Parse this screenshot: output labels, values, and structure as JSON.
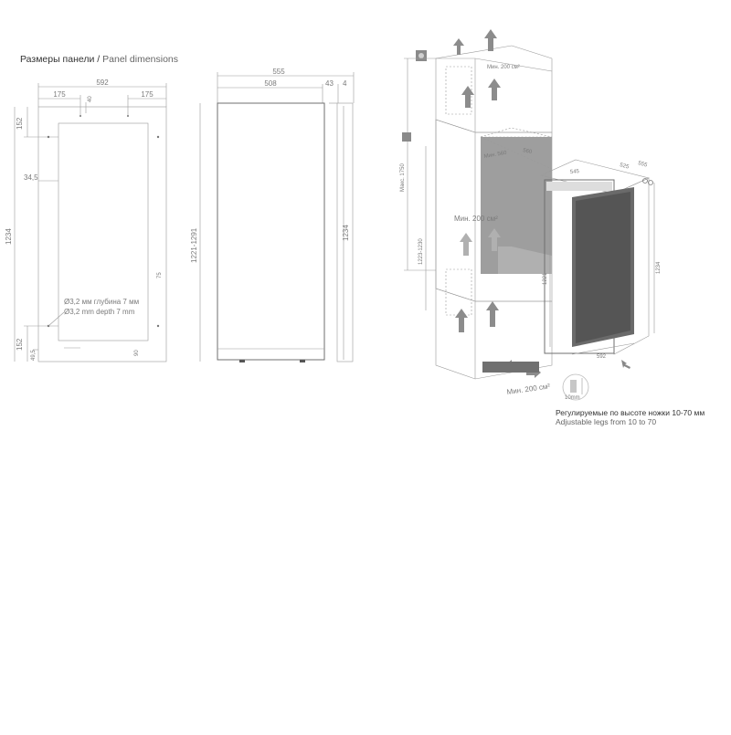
{
  "panel": {
    "title_ru": "Размеры панели",
    "title_sep": " / ",
    "title_en": "Panel dimensions",
    "dims": {
      "width": "592",
      "left_offset": "175",
      "right_offset": "175",
      "center": "40",
      "top": "152",
      "side": "34,5",
      "height": "1234",
      "bottom_top": "152",
      "bottom": "49,5",
      "small_right": "75",
      "small_bottom": "90"
    },
    "hole_ru": "Ø3,2 мм глубина 7 мм",
    "hole_en": "Ø3,2 mm depth 7 mm"
  },
  "side_view": {
    "dims": {
      "total_depth": "555",
      "body_depth": "508",
      "door_depth": "43",
      "gap": "4",
      "niche_height": "1221-1291",
      "height": "1234"
    }
  },
  "install": {
    "vent": {
      "top": "Мин. 200 см²",
      "middle": "Мин. 200 см²",
      "bottom": "Мин. 200 см²"
    },
    "dims": {
      "max_height": "Макс. 1750",
      "niche_range": "1223-1230",
      "niche_depth": "Мин. 560",
      "niche_width": "560",
      "unit_width": "545",
      "unit_depth": "555",
      "unit_depth2": "525",
      "unit_body_height": "1221",
      "unit_height": "1234",
      "base_width": "592",
      "leg_note": "10mm"
    },
    "legs_ru": "Регулируемые по высоте ножки 10-70 мм",
    "legs_en": "Adjustable legs from 10 to 70"
  },
  "colors": {
    "line": "#9a9a9a",
    "text": "#7a7a7a",
    "glass": "#6a6a6a",
    "niche_shade": "#9e9e9e",
    "arrow": "#8c8c8c"
  }
}
